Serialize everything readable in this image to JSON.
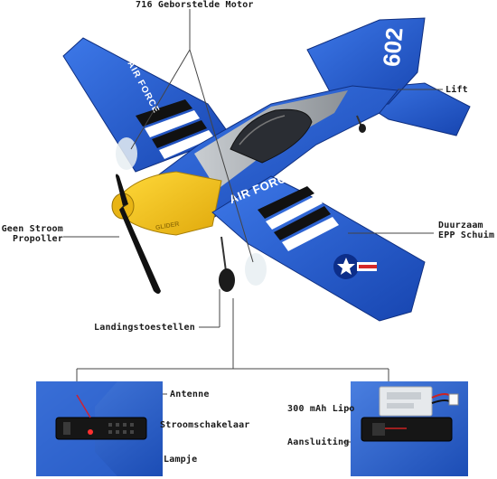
{
  "labels": {
    "motor": "716 Geborstelde Motor",
    "lift": "Lift",
    "propeller_line1": "Geen Stroom",
    "propeller_line2": "Propoller",
    "foam_line1": "Duurzaam",
    "foam_line2": "EPP Schuim",
    "landing_gear": "Landingstoestellen",
    "antenna": "Antenne",
    "power_switch": "Stroomschakelaar",
    "lamp": "Lampje",
    "battery": "300 mAh Lipo",
    "connector": "Aansluiting"
  },
  "aircraft_markings": {
    "tail_number": "602",
    "wing_text": "AIR FORCE",
    "fuselage_text": "AIR FORCE",
    "nose_text": "GLIDER"
  },
  "colors": {
    "body_blue": "#1f57c9",
    "canopy_gray": "#9ea3a8",
    "nose_yellow": "#f2c21b",
    "stripe_black": "#111111",
    "stripe_white": "#ffffff",
    "roundel_red": "#d62828",
    "leader_line": "#444444"
  }
}
